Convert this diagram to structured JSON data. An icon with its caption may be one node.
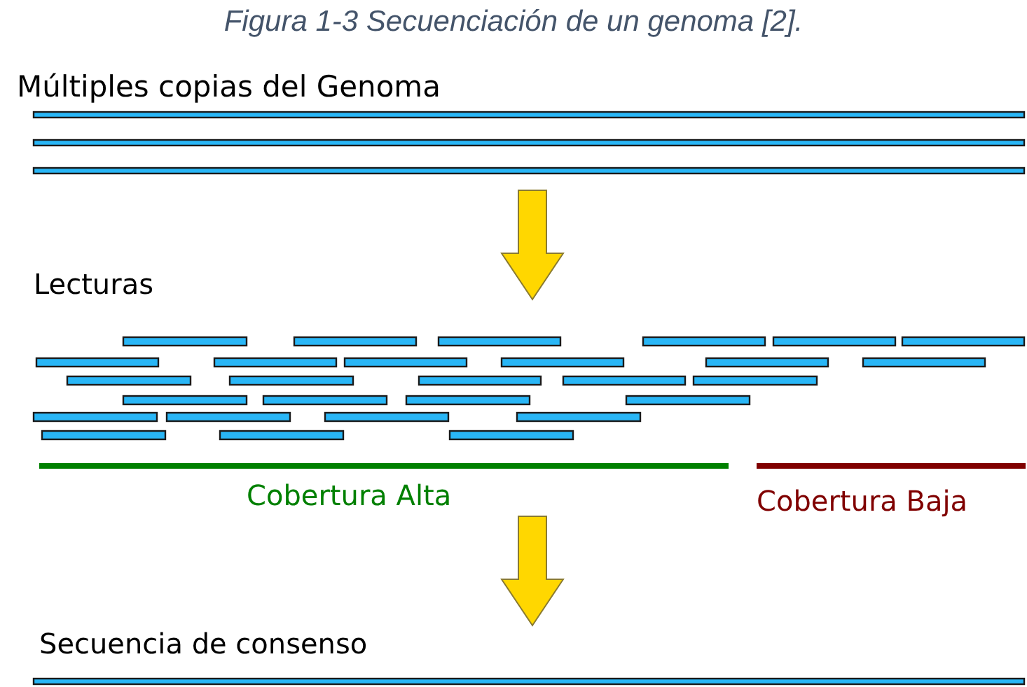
{
  "diagram": {
    "caption": "Figura 1-3 Secuenciación de un genoma [2].",
    "labels": [
      "Múltiples copias del Genoma",
      "Lecturas",
      "Cobertura Alta",
      "Cobertura Baja",
      "Secuencia de consenso"
    ]
  }
}
